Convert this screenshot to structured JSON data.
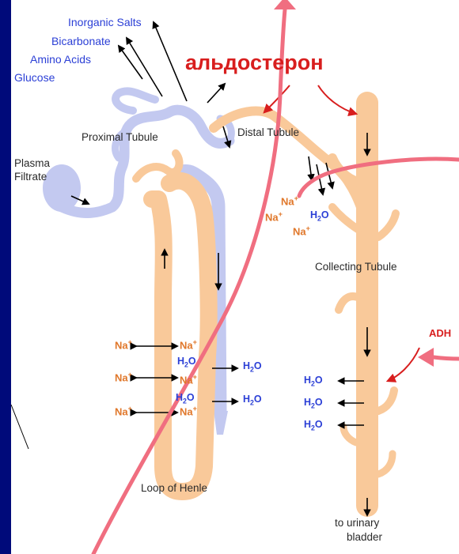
{
  "labels": {
    "inorganic_salts": "Inorganic Salts",
    "bicarbonate": "Bicarbonate",
    "amino_acids": "Amino Acids",
    "glucose": "Glucose",
    "proximal_tubule": "Proximal Tubule",
    "distal_tubule": "Distal Tubule",
    "plasma": "Plasma",
    "filtrate": "Filtrate",
    "collecting_tubule": "Collecting Tubule",
    "loop_of_henle": "Loop of Henle",
    "to_urinary": "to urinary",
    "bladder": "bladder",
    "adh": "ADH",
    "aldosterone": "альдостерон"
  },
  "ions": {
    "na": "Na",
    "plus": "+",
    "h": "H",
    "two": "2",
    "o": "O"
  },
  "colors": {
    "background": "#000A7A",
    "panel": "#FFFFFF",
    "tubule": "#F9C99A",
    "blood": "#C3C9F0",
    "annotation": "#F06E80",
    "hormone_text": "#D81E1E",
    "label_blue": "#2B3FD6",
    "sodium": "#E0772A"
  }
}
